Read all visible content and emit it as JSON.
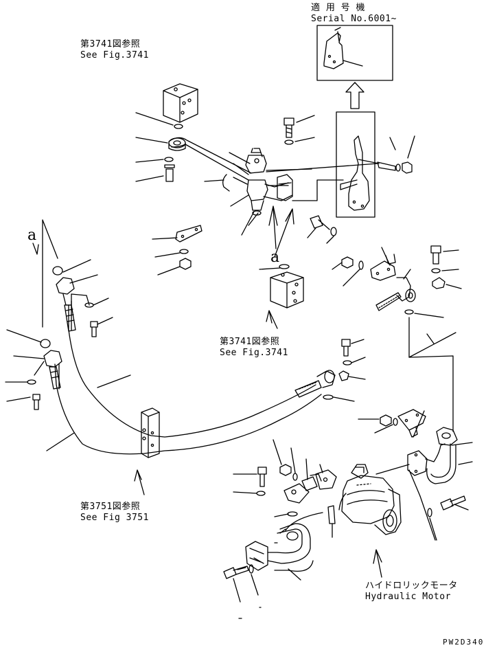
{
  "labels": {
    "applicable_jp": "適 用 号 機",
    "serial": "Serial No.6001~",
    "ref_top_jp": "第3741図参照",
    "ref_top_en": "See Fig.3741",
    "ref_mid_jp": "第3741図参照",
    "ref_mid_en": "See Fig.3741",
    "ref_low_jp": "第3751図参照",
    "ref_low_en": "See Fig 3751",
    "motor_jp": "ハイドロリックモータ",
    "motor_en": "Hydraulic Motor",
    "mark_a_left": "a",
    "mark_a_center": "a",
    "page_code": "PW2D340"
  }
}
